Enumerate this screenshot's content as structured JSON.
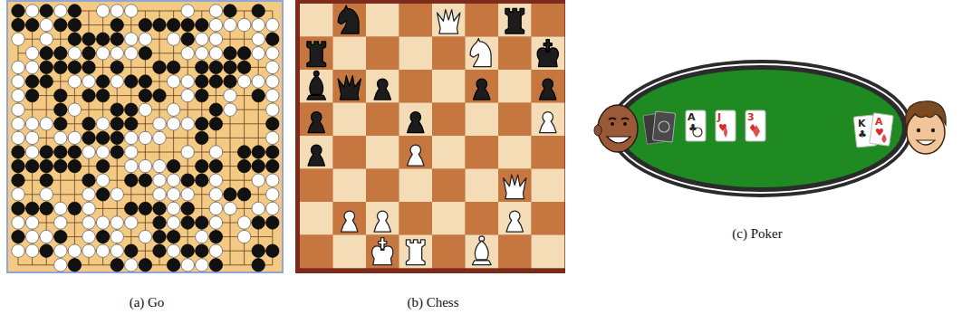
{
  "diagram": {
    "labels": [
      "(a) Go",
      "(b) Chess",
      "(c) Poker",
      "A",
      "♣",
      "J",
      "♥",
      "3",
      "♦",
      "K",
      "♣",
      "A",
      "♥"
    ]
  }
}
